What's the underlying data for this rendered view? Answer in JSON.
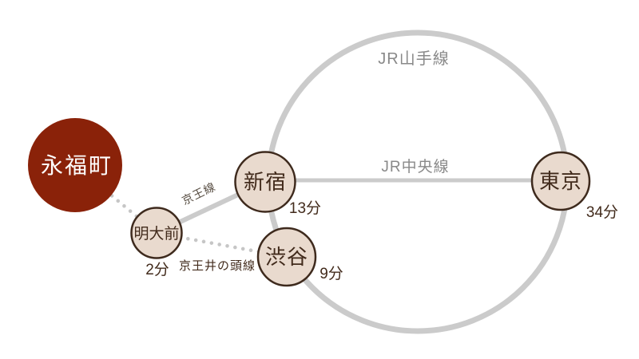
{
  "stations": {
    "eifukucho": {
      "label": "永福町",
      "duration": ""
    },
    "meidaimae": {
      "label": "明大前",
      "duration": "2分"
    },
    "shinjuku": {
      "label": "新宿",
      "duration": "13分"
    },
    "shibuya": {
      "label": "渋谷",
      "duration": "9分"
    },
    "tokyo": {
      "label": "東京",
      "duration": "34分"
    }
  },
  "lines": {
    "yamanote": {
      "label": "JR山手線",
      "style": "solid"
    },
    "chuo": {
      "label": "JR中央線",
      "style": "solid"
    },
    "keio": {
      "label": "京王線",
      "style": "solid"
    },
    "inokashira": {
      "label": "京王井の頭線",
      "style": "dotted"
    }
  },
  "colors": {
    "background": "#FFFFFF",
    "origin_fill": "#8A2209",
    "origin_text": "#FFFFFF",
    "station_fill": "#E9DACE",
    "station_stroke": "#3E2A1D",
    "text_dark": "#422B1C",
    "rail_gray": "#CBCBCB",
    "dot_gray": "#C6C6C6",
    "jr_text_gray": "#898989",
    "keio_text_gray": "#564C41"
  }
}
